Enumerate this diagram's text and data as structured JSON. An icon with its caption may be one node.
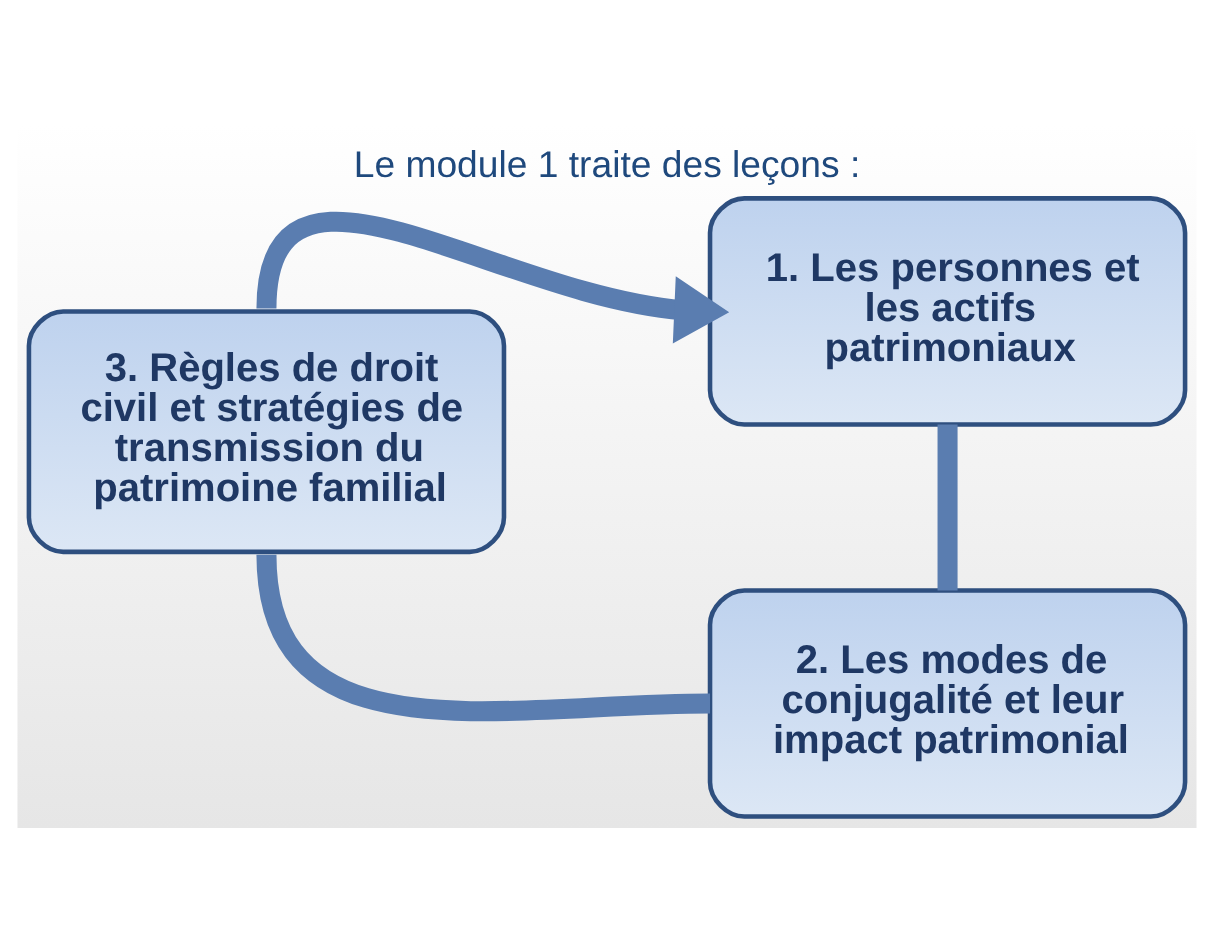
{
  "diagram": {
    "title": "Le module 1 traite des leçons :",
    "nodes": [
      {
        "text": [
          "1. Les personnes et les actifs patrimoniaux"
        ]
      },
      {
        "text": [
          "2. Les modes de conjugalité et leur impact patrimonial"
        ]
      },
      {
        "text": [
          "3. Règles de droit civil et stratégies de transmission du patrimoine familial"
        ]
      }
    ],
    "edges": [
      {
        "from": 0,
        "to": 1,
        "arrow": "none"
      },
      {
        "from": 1,
        "to": 2,
        "arrow": "none"
      },
      {
        "from": 2,
        "to": 0,
        "arrow": "to"
      }
    ]
  }
}
